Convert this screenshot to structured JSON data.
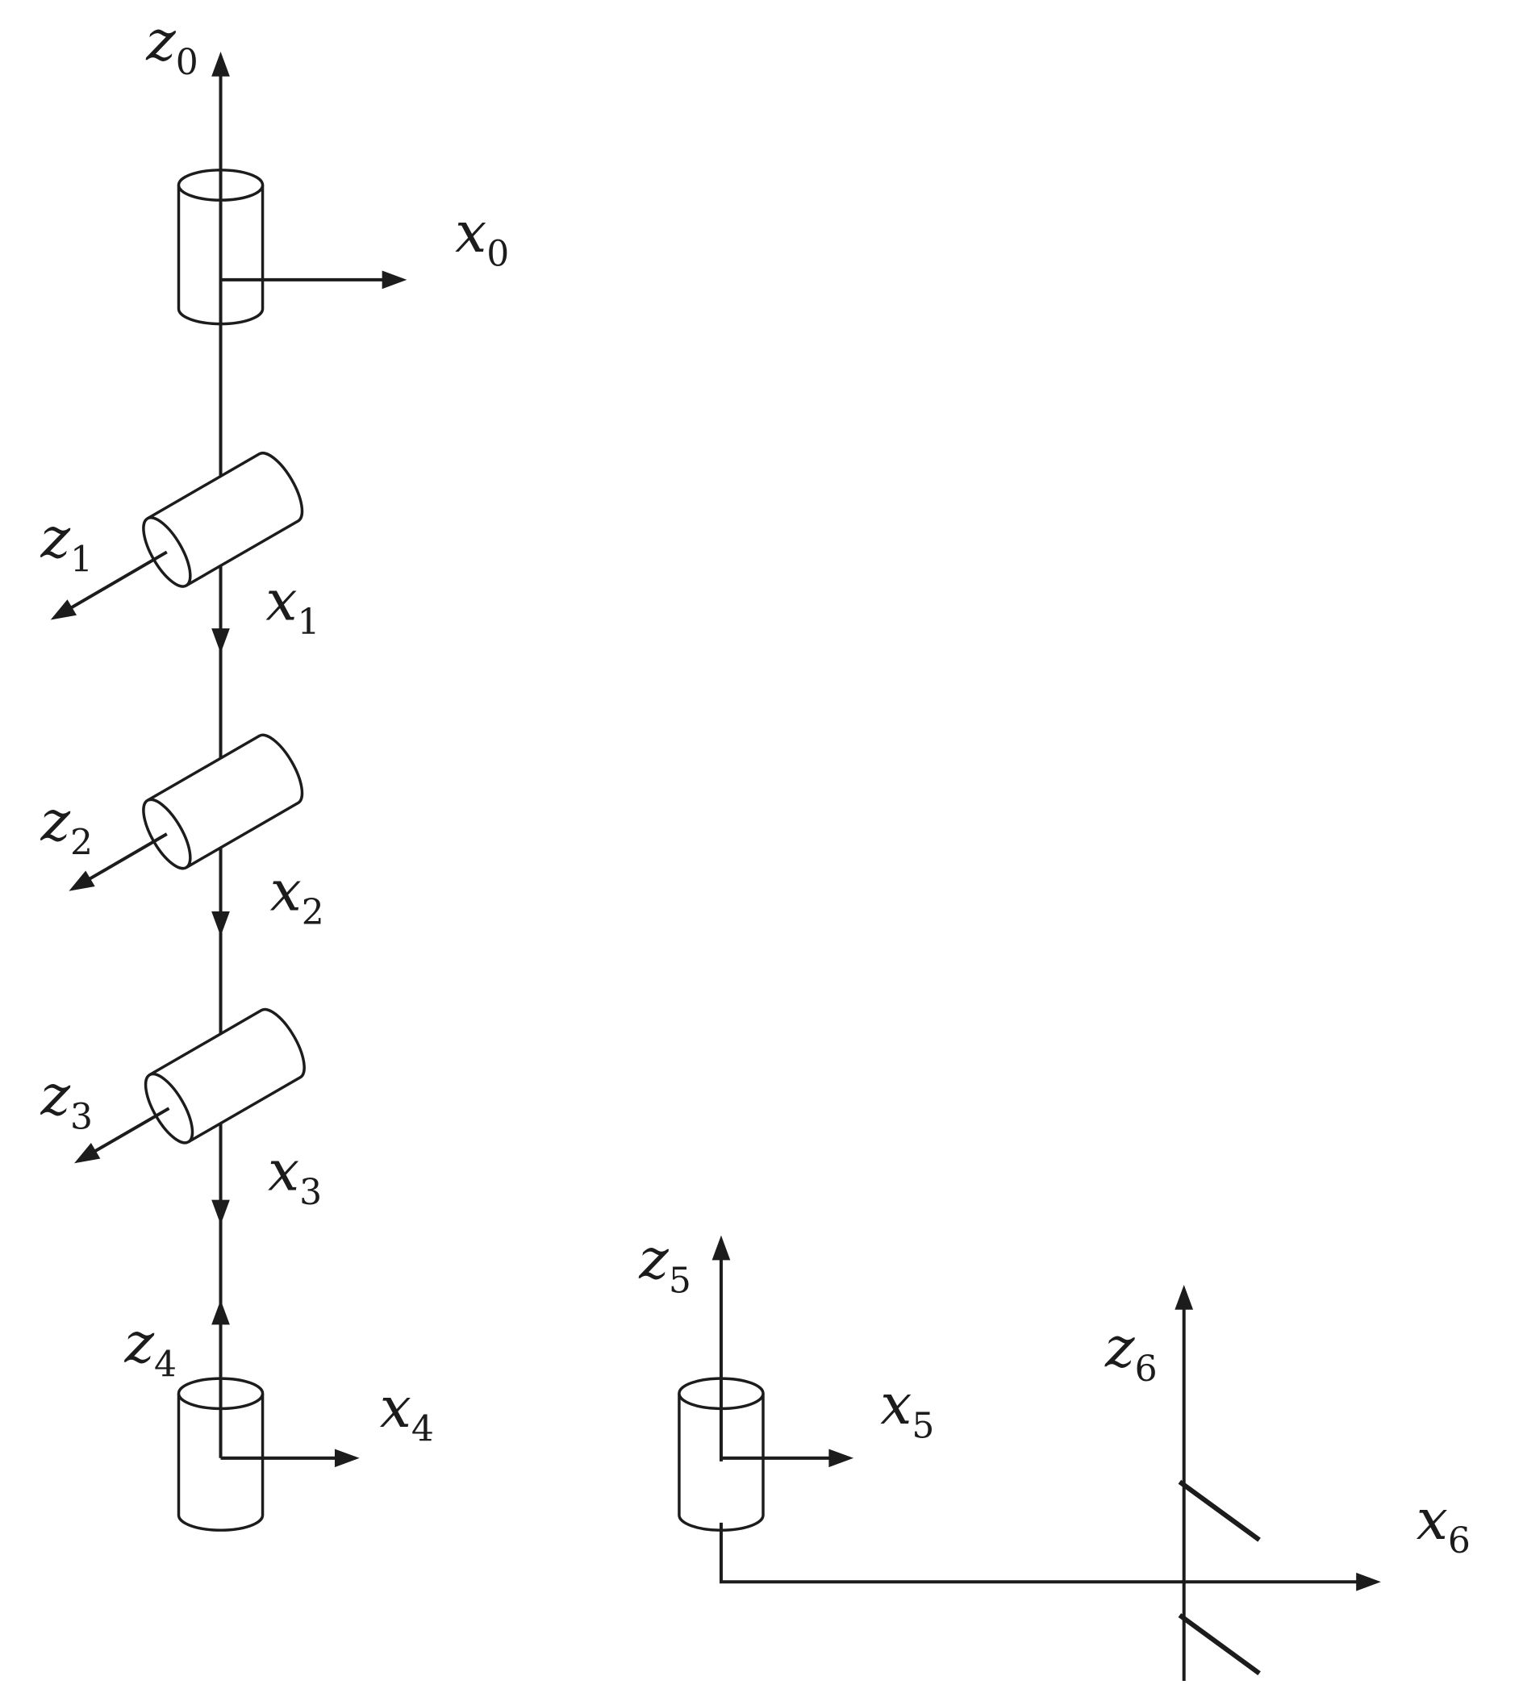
{
  "figure": {
    "type": "kinematic-diagram",
    "background_color": "#ffffff",
    "line_color": "#1c1c1c",
    "joint_fill_color": "#ffffff"
  },
  "frames": [
    {
      "id": "frame-0",
      "joint": "revolute joint, vertical cylinder",
      "z": {
        "letter": "z",
        "sub": "0"
      },
      "x": {
        "letter": "x",
        "sub": "0"
      }
    },
    {
      "id": "frame-1",
      "joint": "revolute joint, tilted cylinder",
      "z": {
        "letter": "z",
        "sub": "1"
      },
      "x": {
        "letter": "x",
        "sub": "1"
      }
    },
    {
      "id": "frame-2",
      "joint": "revolute joint, tilted cylinder",
      "z": {
        "letter": "z",
        "sub": "2"
      },
      "x": {
        "letter": "x",
        "sub": "2"
      }
    },
    {
      "id": "frame-3",
      "joint": "revolute joint, tilted cylinder",
      "z": {
        "letter": "z",
        "sub": "3"
      },
      "x": {
        "letter": "x",
        "sub": "3"
      }
    },
    {
      "id": "frame-4",
      "joint": "revolute joint, vertical cylinder",
      "z": {
        "letter": "z",
        "sub": "4"
      },
      "x": {
        "letter": "x",
        "sub": "4"
      }
    },
    {
      "id": "frame-5",
      "joint": "revolute joint, vertical cylinder",
      "z": {
        "letter": "z",
        "sub": "5"
      },
      "x": {
        "letter": "x",
        "sub": "5"
      }
    },
    {
      "id": "frame-6",
      "joint": "end effector gripper",
      "z": {
        "letter": "z",
        "sub": "6"
      },
      "x": {
        "letter": "x",
        "sub": "6"
      }
    }
  ]
}
